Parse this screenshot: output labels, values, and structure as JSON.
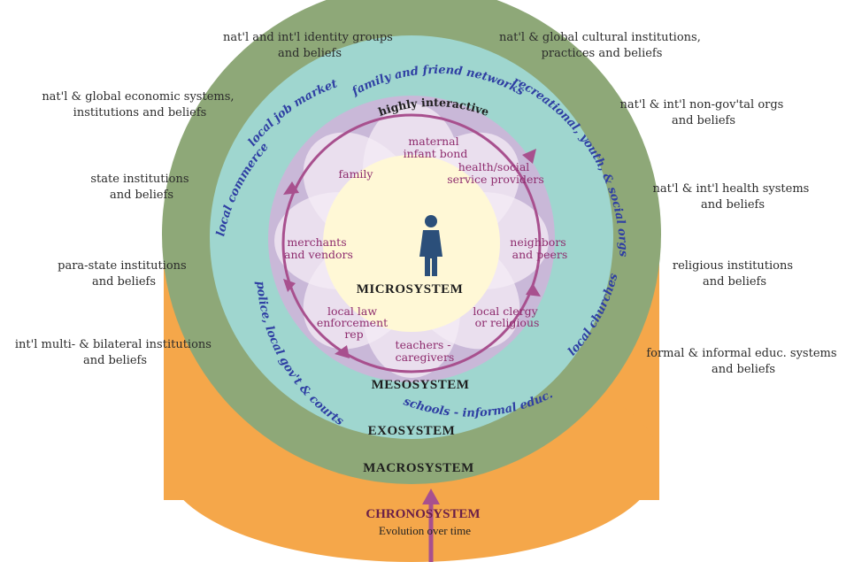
{
  "colors": {
    "chrono": "#f5a74a",
    "macro": "#8ea878",
    "exo": "#9fd6cf",
    "meso_ring": "#c9b8d8",
    "micro_center": "#fff8d6",
    "arrow": "#a8508e",
    "petal": "#f4ecf5",
    "person": "#2b4f7a"
  },
  "systems": {
    "chrono_title": "CHRONOSYSTEM",
    "chrono_sub": "Evolution over time",
    "macro": "MACROSYSTEM",
    "exo": "EXOSYSTEM",
    "meso": "MESOSYSTEM",
    "micro": "MICROSYSTEM",
    "interactive": "highly interactive"
  },
  "macro_labels": {
    "left": [
      [
        "nat'l and int'l identity groups",
        "and beliefs"
      ],
      [
        "nat'l & global economic systems,",
        "institutions and beliefs"
      ],
      [
        "state institutions",
        "and beliefs"
      ],
      [
        "para-state institutions",
        "and beliefs"
      ],
      [
        "int'l multi- & bilateral institutions",
        "and beliefs"
      ]
    ],
    "right": [
      [
        "nat'l & global cultural institutions,",
        "practices and beliefs"
      ],
      [
        "nat'l & int'l non-gov'tal orgs",
        "and beliefs"
      ],
      [
        "nat'l & int'l health systems",
        "and beliefs"
      ],
      [
        "religious institutions",
        "and beliefs"
      ],
      [
        "formal & informal educ. systems",
        "and beliefs"
      ]
    ]
  },
  "exo_labels": {
    "family_friend": "family and friend networks",
    "recreational": "recreational, youth, & social orgs",
    "job_market": "local job market",
    "commerce": "local commerce",
    "churches": "local churches",
    "schools": "schools - informal educ.",
    "police": "police, local gov't & courts"
  },
  "meso_labels": {
    "maternal": [
      "maternal",
      "infant bond"
    ],
    "family": [
      "family"
    ],
    "health": [
      "health/social",
      "service providers"
    ],
    "merchants": [
      "merchants",
      "and vendors"
    ],
    "neighbors": [
      "neighbors",
      "and peers"
    ],
    "law": [
      "local law",
      "enforcement",
      "rep"
    ],
    "clergy": [
      "local clergy",
      "or religious"
    ],
    "teachers": [
      "teachers -",
      "caregivers"
    ]
  }
}
